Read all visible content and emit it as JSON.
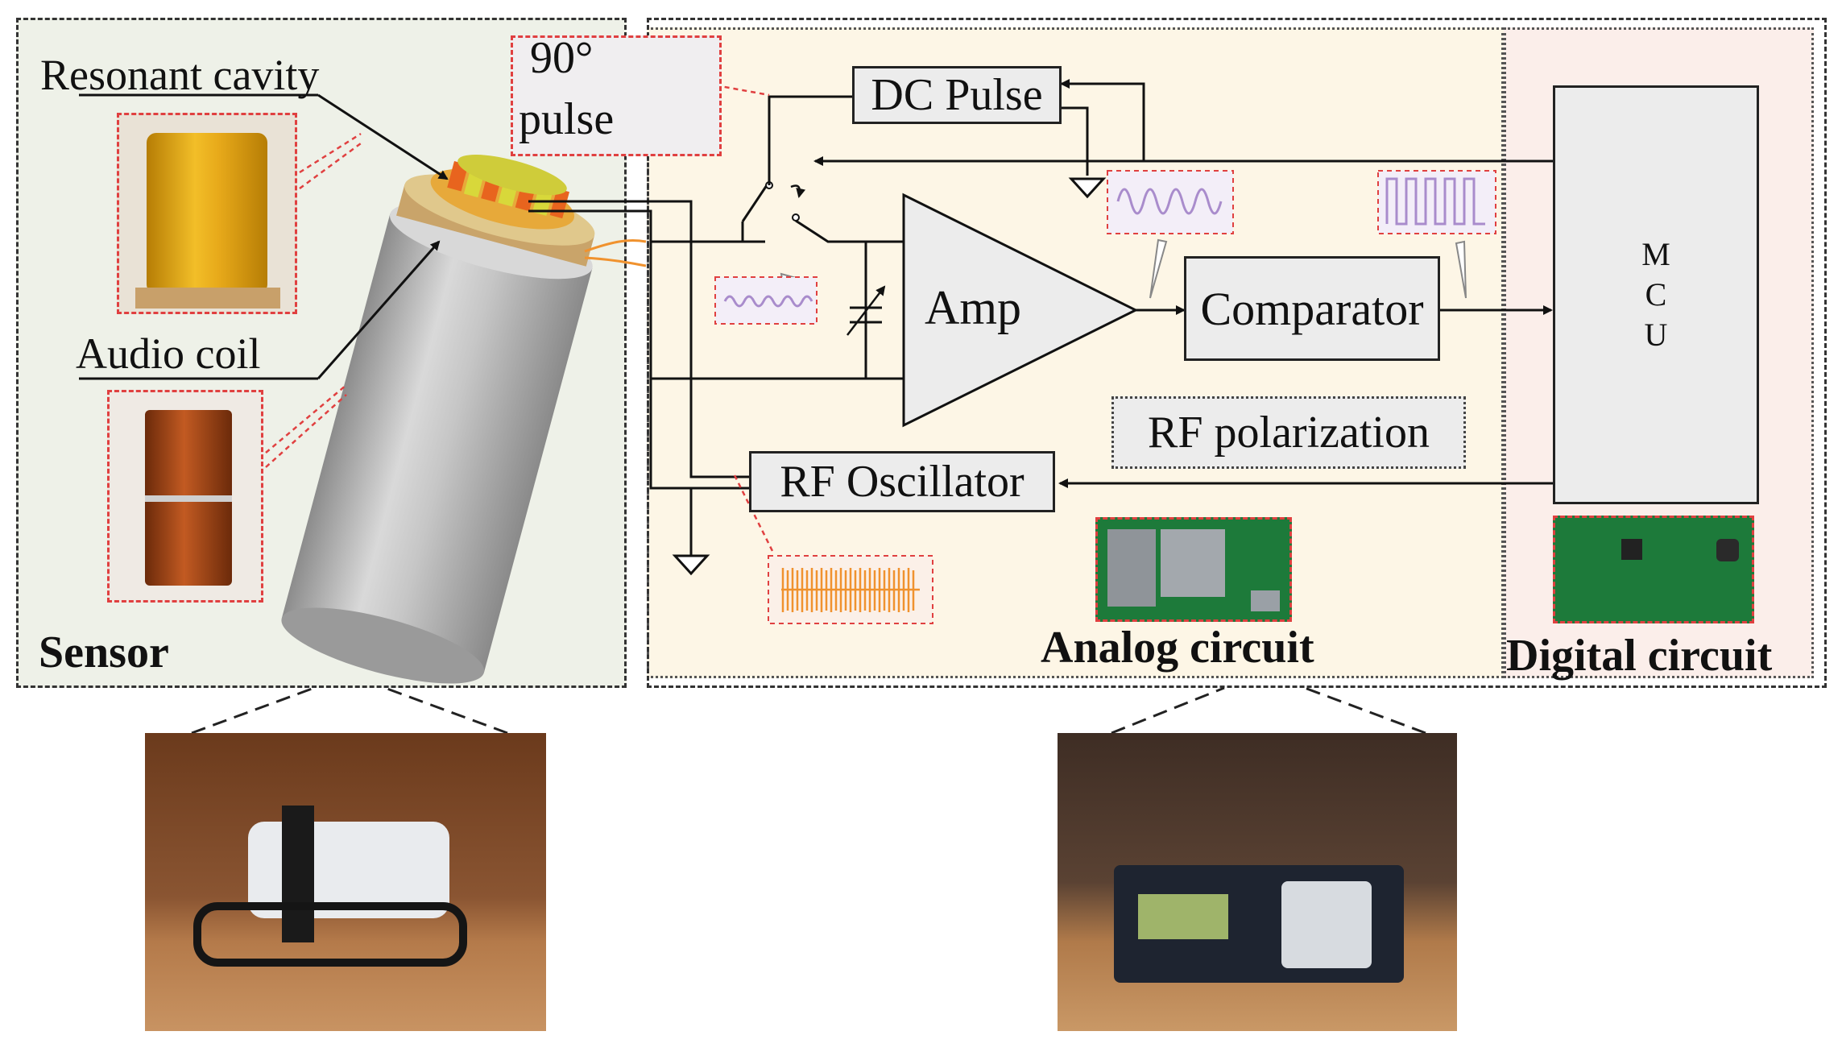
{
  "sensor": {
    "region_label": "Sensor",
    "resonant_cavity_label": "Resonant cavity",
    "audio_coil_label": "Audio coil"
  },
  "pulse_inset": {
    "line1": "90°",
    "line2": "pulse"
  },
  "blocks": {
    "dc_pulse": "DC Pulse",
    "amp": "Amp",
    "comparator": "Comparator",
    "rf_oscillator": "RF Oscillator",
    "rf_polarization": "RF polarization",
    "mcu": [
      "M",
      "C",
      "U"
    ]
  },
  "regions": {
    "analog": "Analog circuit",
    "digital": "Digital circuit"
  },
  "colors": {
    "sensor_bg": "#eef1e8",
    "analog_bg": "#fdf6e6",
    "digital_bg": "#fbeeea",
    "inset_border": "#e04040",
    "signal_purple": "#a98ccc",
    "rf_orange": "#f0922e",
    "pulse_red": "#d42020"
  }
}
